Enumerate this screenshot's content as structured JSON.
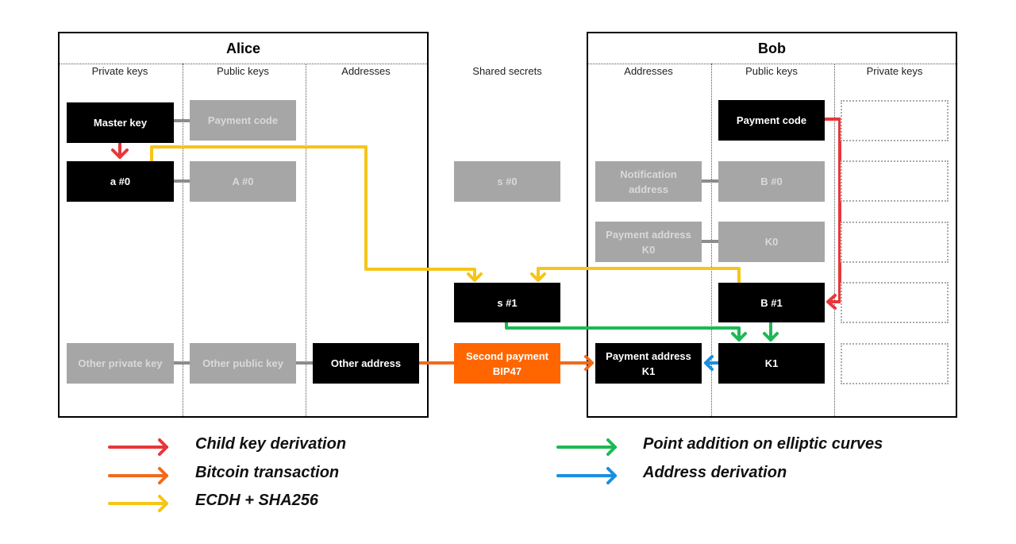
{
  "alice": {
    "title": "Alice",
    "columns": [
      "Private keys",
      "Public keys",
      "Addresses"
    ]
  },
  "shared": {
    "column": "Shared secrets"
  },
  "bob": {
    "title": "Bob",
    "columns": [
      "Addresses",
      "Public keys",
      "Private keys"
    ]
  },
  "boxes": {
    "master_key": "Master key",
    "payment_code_alice": "Payment code",
    "a0": "a #0",
    "A0": "A #0",
    "other_private_key": "Other private key",
    "other_public_key": "Other public key",
    "other_address": "Other address",
    "s0": "s #0",
    "s1": "s #1",
    "second_payment_line1": "Second payment",
    "second_payment_line2": "BIP47",
    "notification_line1": "Notification",
    "notification_line2": "address",
    "payment_address_k0_line1": "Payment address",
    "payment_address_k0_line2": "K0",
    "payment_address_k1_line1": "Payment address",
    "payment_address_k1_line2": "K1",
    "payment_code_bob": "Payment code",
    "B0": "B #0",
    "K0": "K0",
    "B1": "B #1",
    "K1": "K1"
  },
  "legend": [
    {
      "label": "Child key derivation",
      "color": "#e8363a"
    },
    {
      "label": "Bitcoin transaction",
      "color": "#f26a1b"
    },
    {
      "label": "ECDH + SHA256",
      "color": "#f5c518"
    },
    {
      "label": "Point addition on elliptic curves",
      "color": "#1db954"
    },
    {
      "label": "Address derivation",
      "color": "#1a8fe0"
    }
  ],
  "colors": {
    "red": "#e8363a",
    "orange": "#f26a1b",
    "yellow": "#f5c518",
    "green": "#1db954",
    "blue": "#1a8fe0",
    "gray_link": "#8c8c8c"
  }
}
